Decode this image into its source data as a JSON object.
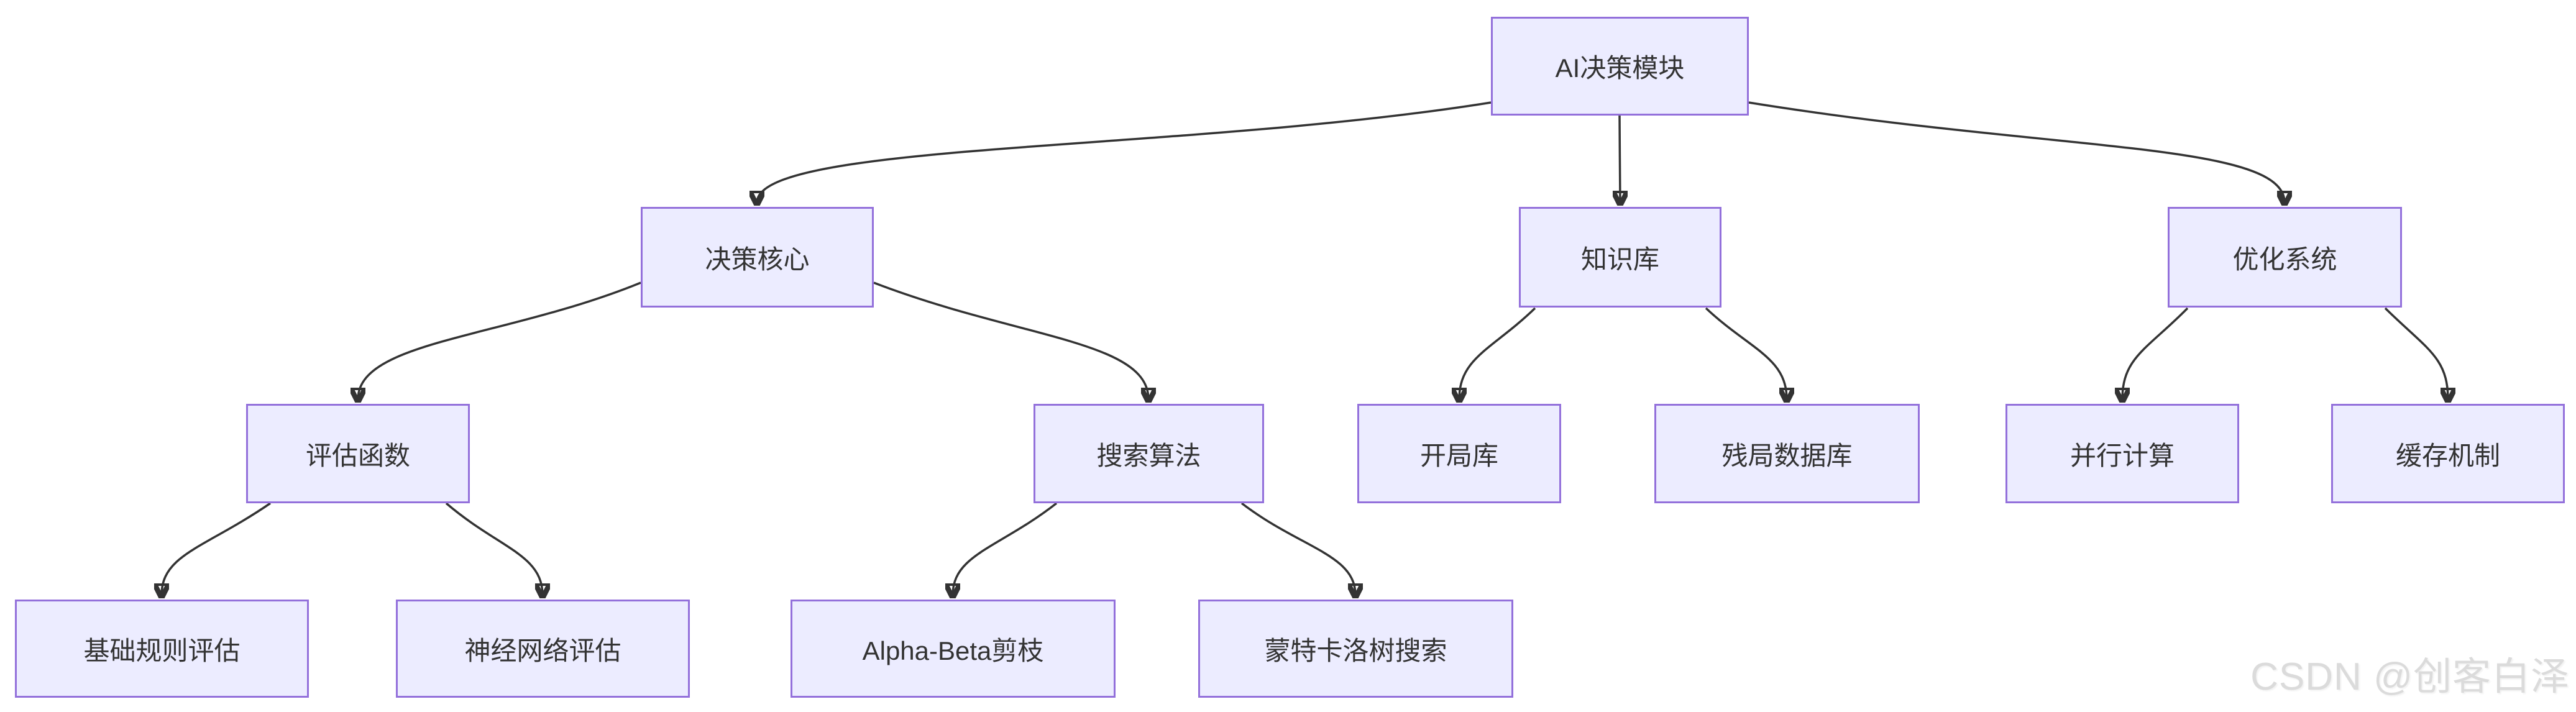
{
  "diagram": {
    "type": "flowchart",
    "direction": "top-down",
    "colors": {
      "node_fill": "#ECECFF",
      "node_border": "#9370DB",
      "node_text": "#333333",
      "edge": "#333333",
      "background": "#FFFFFF",
      "watermark_text_color": "#DBDBDB"
    },
    "nodes": [
      {
        "id": "root",
        "label": "AI决策模块"
      },
      {
        "id": "decision-core",
        "label": "决策核心"
      },
      {
        "id": "knowledge-base",
        "label": "知识库"
      },
      {
        "id": "optimization",
        "label": "优化系统"
      },
      {
        "id": "eval-fn",
        "label": "评估函数"
      },
      {
        "id": "search-algo",
        "label": "搜索算法"
      },
      {
        "id": "opening-book",
        "label": "开局库"
      },
      {
        "id": "endgame-db",
        "label": "残局数据库"
      },
      {
        "id": "parallel",
        "label": "并行计算"
      },
      {
        "id": "cache",
        "label": "缓存机制"
      },
      {
        "id": "basic-rule",
        "label": "基础规则评估"
      },
      {
        "id": "nn-eval",
        "label": "神经网络评估"
      },
      {
        "id": "ab-prune",
        "label": "Alpha-Beta剪枝"
      },
      {
        "id": "mcts",
        "label": "蒙特卡洛树搜索"
      }
    ],
    "edges": [
      {
        "from": "AI决策模块",
        "to": "决策核心"
      },
      {
        "from": "AI决策模块",
        "to": "知识库"
      },
      {
        "from": "AI决策模块",
        "to": "优化系统"
      },
      {
        "from": "决策核心",
        "to": "评估函数"
      },
      {
        "from": "决策核心",
        "to": "搜索算法"
      },
      {
        "from": "知识库",
        "to": "开局库"
      },
      {
        "from": "知识库",
        "to": "残局数据库"
      },
      {
        "from": "优化系统",
        "to": "并行计算"
      },
      {
        "from": "优化系统",
        "to": "缓存机制"
      },
      {
        "from": "评估函数",
        "to": "基础规则评估"
      },
      {
        "from": "评估函数",
        "to": "神经网络评估"
      },
      {
        "from": "搜索算法",
        "to": "Alpha-Beta剪枝"
      },
      {
        "from": "搜索算法",
        "to": "蒙特卡洛树搜索"
      }
    ]
  },
  "watermark": {
    "text": "CSDN @创客白泽"
  }
}
